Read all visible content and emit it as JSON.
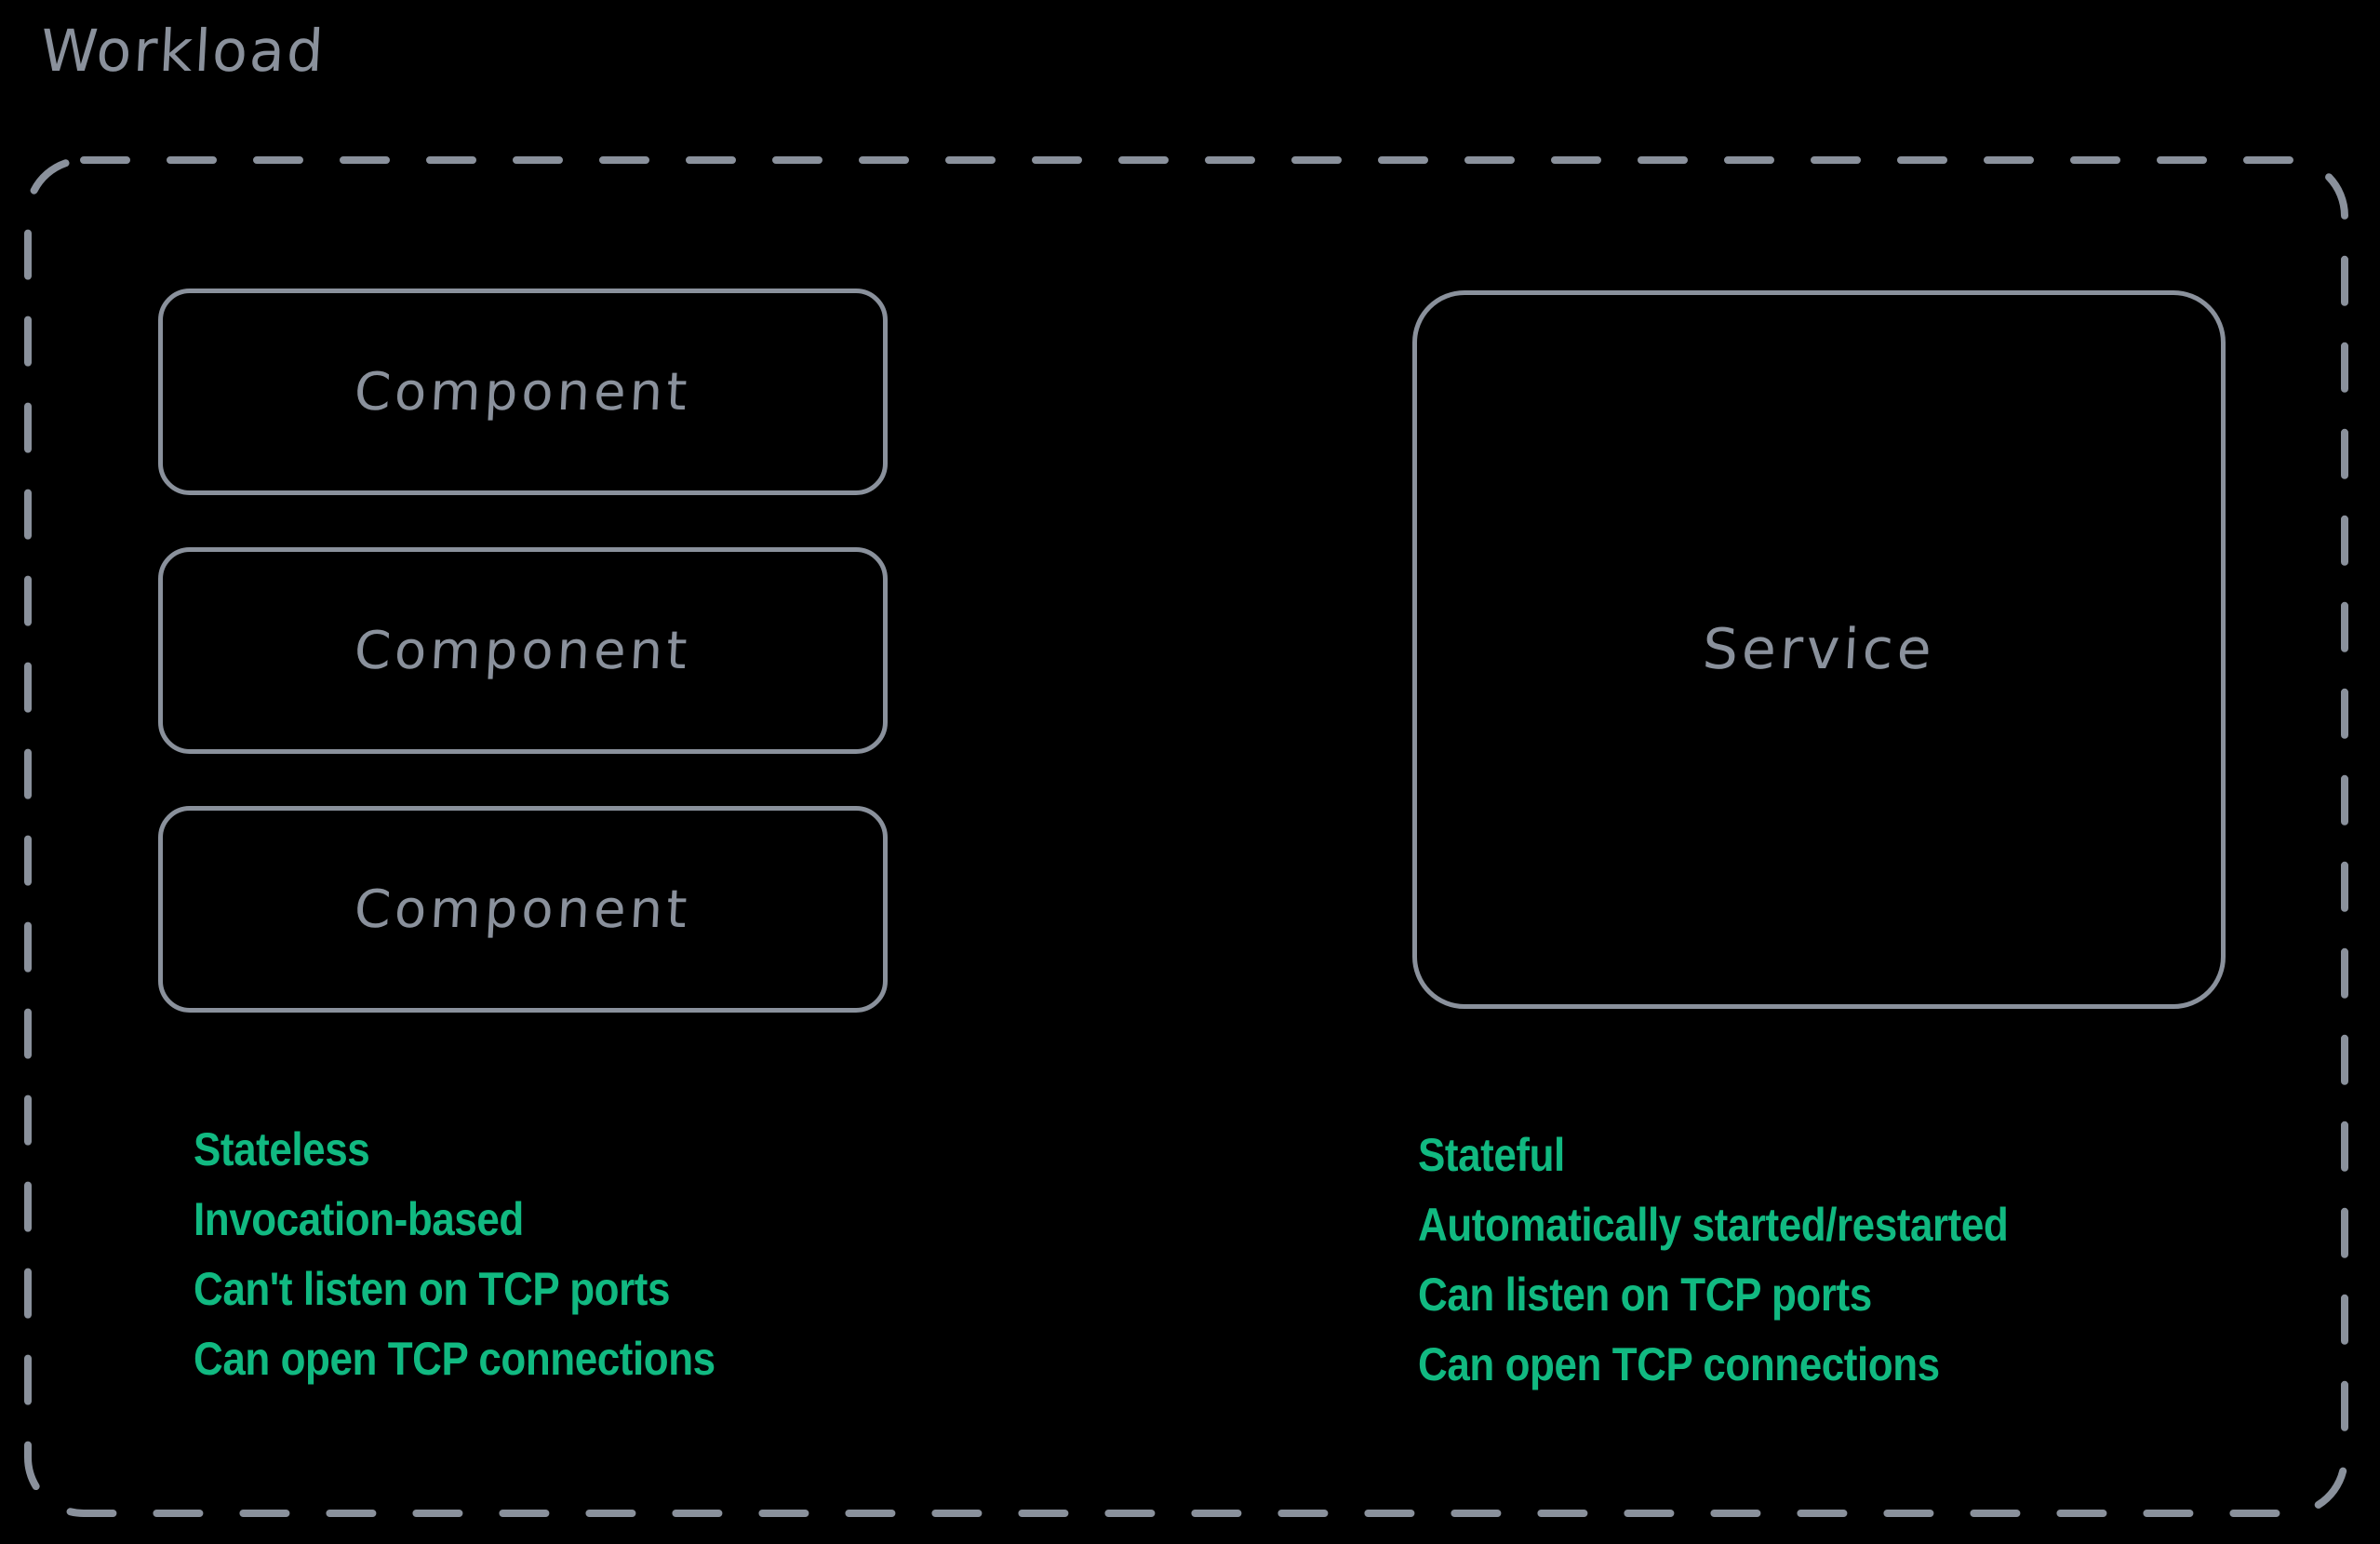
{
  "diagram": {
    "title": "Workload",
    "boundary_style": "dashed-rounded-rectangle",
    "colors": {
      "background": "#000000",
      "stroke_gray": "#8a919c",
      "accent_green": "#11b981"
    }
  },
  "left_column": {
    "boxes": [
      {
        "label": "Component"
      },
      {
        "label": "Component"
      },
      {
        "label": "Component"
      }
    ],
    "features": [
      "Stateless",
      "Invocation-based",
      "Can't listen on TCP ports",
      "Can open TCP connections"
    ]
  },
  "right_column": {
    "boxes": [
      {
        "label": "Service"
      }
    ],
    "features": [
      "Stateful",
      "Automatically started/restarted",
      "Can listen on TCP ports",
      "Can open TCP connections"
    ]
  }
}
